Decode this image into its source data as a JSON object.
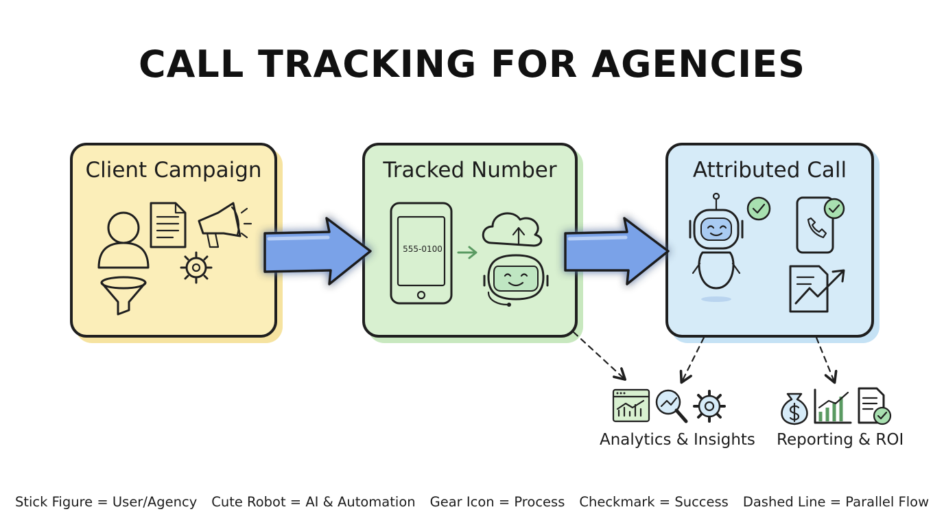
{
  "title": "CALL TRACKING FOR AGENCIES",
  "stages": [
    {
      "title": "Client Campaign"
    },
    {
      "title": "Tracked Number",
      "phone_number": "555-0100"
    },
    {
      "title": "Attributed Call"
    }
  ],
  "outputs": [
    {
      "label": "Analytics & Insights"
    },
    {
      "label": "Reporting & ROI"
    }
  ],
  "legend": [
    "Stick Figure = User/Agency",
    "Cute Robot = AI & Automation",
    "Gear Icon = Process",
    "Checkmark = Success",
    "Dashed Line = Parallel Flow"
  ],
  "colors": {
    "campaign_fill": "#fbeeb9",
    "tracked_fill": "#d8f0d0",
    "attributed_fill": "#d6ebf8",
    "arrow_fill": "#7aa2e8",
    "check_fill": "#a8e0b0"
  },
  "icons": [
    "user-icon",
    "document-icon",
    "megaphone-icon",
    "gear-icon",
    "funnel-icon",
    "phone-icon",
    "arrow-right-icon",
    "cloud-upload-icon",
    "robot-icon",
    "checkmark-icon",
    "call-phone-icon",
    "growth-report-icon",
    "analytics-dashboard-icon",
    "magnifier-chart-icon",
    "money-bag-icon",
    "bar-chart-icon",
    "verified-document-icon"
  ]
}
